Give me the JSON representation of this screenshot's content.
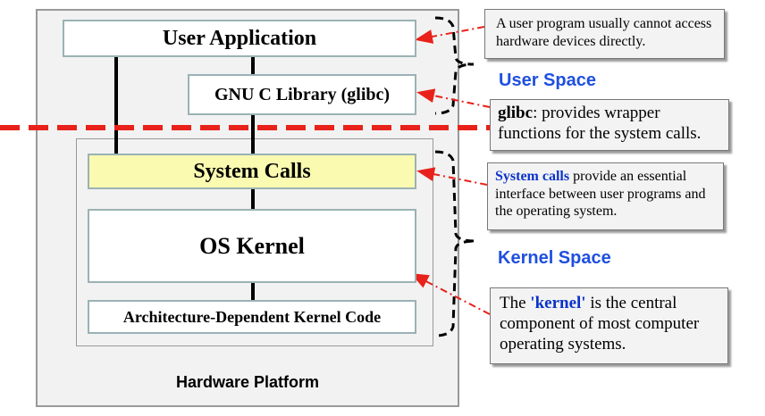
{
  "diagram": {
    "hardware_platform": "Hardware Platform",
    "user_application": "User Application",
    "glibc": "GNU C Library (glibc)",
    "system_calls": "System Calls",
    "os_kernel": "OS Kernel",
    "arch_code": "Architecture-Dependent Kernel Code",
    "user_space": "User Space",
    "kernel_space": "Kernel Space"
  },
  "notes": {
    "user_program": "A user program usually cannot access hardware devices directly.",
    "glibc_term": "glibc",
    "glibc_rest": ": provides wrapper functions for the system calls.",
    "syscalls_term": "System calls",
    "syscalls_rest": " provide an essential interface between user programs and the operating system.",
    "kernel_pre": "The ",
    "kernel_term": "'kernel'",
    "kernel_rest": " is the central component of most computer operating systems."
  },
  "colors": {
    "boundary_line": "#e8221b",
    "arrow": "#e8221b",
    "syscall_fill": "#fafab0",
    "label_blue": "#1f4fe0",
    "note_term_blue": "#0a33c9"
  }
}
